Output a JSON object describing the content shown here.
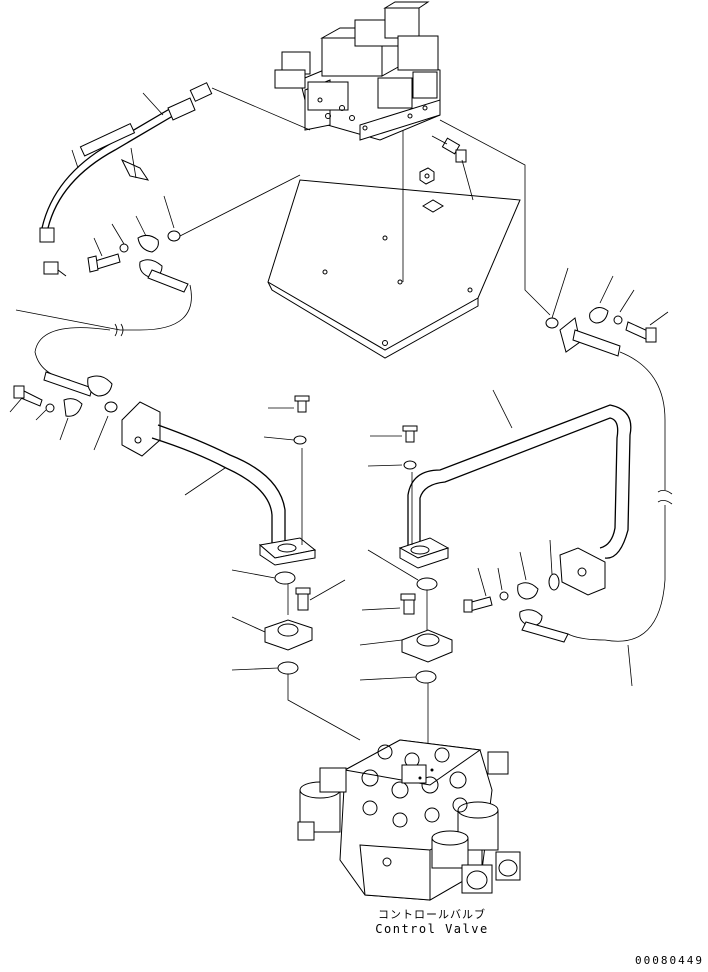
{
  "labels": {
    "component_jp": "コントロールバルブ",
    "component_en": "Control Valve",
    "drawing_code": "00080449"
  }
}
